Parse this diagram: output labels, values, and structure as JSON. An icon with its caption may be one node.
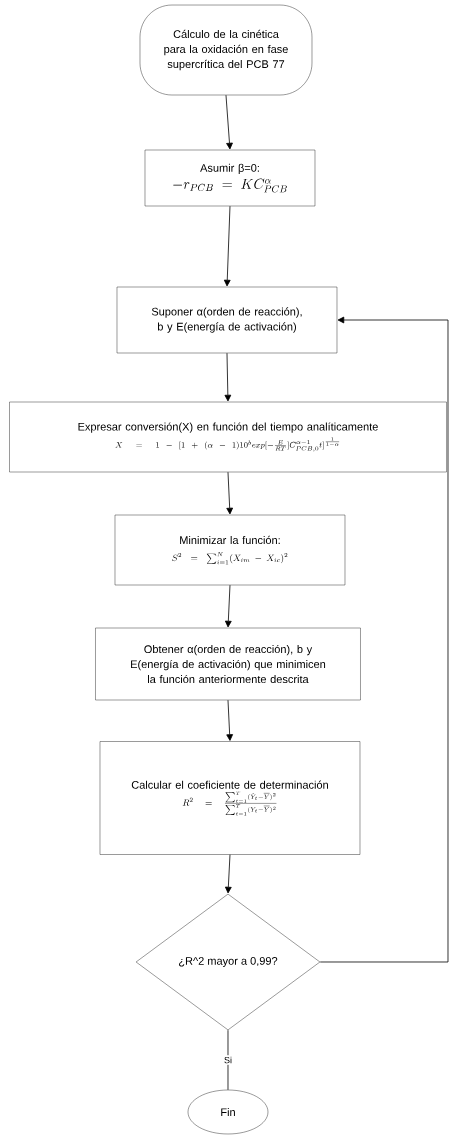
{
  "diagram": {
    "nodes": [
      {
        "text": [
          "Cálculo de la cinética para la oxidación en fase supercrítica del PCB 77"
        ]
      },
      {
        "text": [
          "Asumir β=0:",
          "-r_{PCB}=KC_{PCB}^{\\alpha}"
        ]
      },
      {
        "text": [
          "Suponer α(orden de reacción), b y E(energía de activación)"
        ]
      },
      {
        "text": [
          "Expresar conversión(X) en función del tiempo analíticamente",
          "X=1-[1+(\\alpha-1)10^{b}exp[-\\frac{E}{RT}]C_{PCB,0}^{\\alpha-1}t]^{\\frac{1}{1-\\alpha}}"
        ]
      },
      {
        "text": [
          "Minimizar la función:",
          "S^{2}=\\sum_{i=1}^{N}(X_{im}-X_{ic})^{2}"
        ]
      },
      {
        "text": [
          "Obtener α(orden de reacción), b y E(energía de activación) que minimicen la función anteriormente descrita"
        ]
      },
      {
        "text": [
          "Calcular el coeficiente de determinación",
          "R^{2}=\\frac{\\sum_{t=1}^{T}(\\hat{Y}_{t}-\\overline{Y})^{2}}{\\sum_{t=1}^{T}(Y_{t}-\\overline{Y})^{2}}"
        ]
      },
      {
        "text": [
          "¿R^2 mayor a 0,99?"
        ]
      },
      {
        "text": [
          "Fin"
        ]
      }
    ],
    "edges": [
      {
        "from": 0,
        "to": 1,
        "arrow": "to"
      },
      {
        "from": 1,
        "to": 2,
        "arrow": "to"
      },
      {
        "from": 2,
        "to": 3,
        "arrow": "to"
      },
      {
        "from": 3,
        "to": 4,
        "arrow": "to"
      },
      {
        "from": 4,
        "to": 5,
        "arrow": "to"
      },
      {
        "from": 5,
        "to": 6,
        "arrow": "to"
      },
      {
        "from": 6,
        "to": 7,
        "arrow": "to"
      },
      {
        "from": 7,
        "to": 8,
        "arrow": "none",
        "label": "Si"
      },
      {
        "from": 7,
        "to": 2,
        "arrow": "to"
      }
    ]
  }
}
